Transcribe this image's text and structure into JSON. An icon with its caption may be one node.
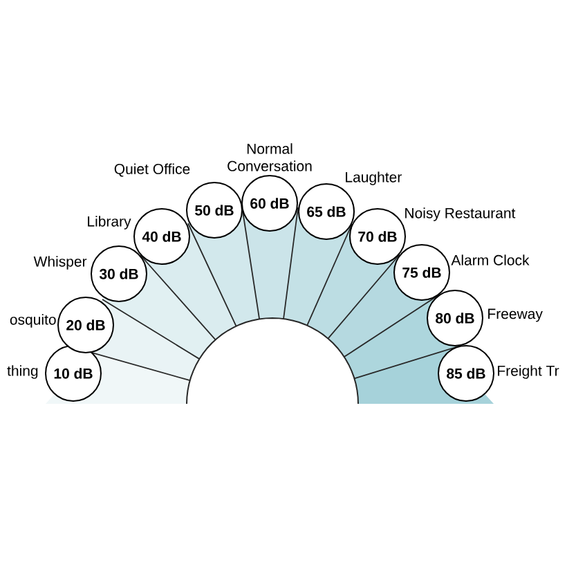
{
  "diagram": {
    "nodes": [
      {
        "text": [
          "10 dB"
        ],
        "beside": [
          "thing"
        ]
      },
      {
        "text": [
          "20 dB"
        ],
        "beside": [
          "osquito"
        ]
      },
      {
        "text": [
          "30 dB"
        ],
        "beside": [
          "Whisper"
        ]
      },
      {
        "text": [
          "40 dB"
        ],
        "beside": [
          "Library"
        ]
      },
      {
        "text": [
          "50 dB"
        ],
        "beside": [
          "Quiet Office"
        ]
      },
      {
        "text": [
          "60 dB"
        ],
        "beside": [
          "Normal Conversation"
        ]
      },
      {
        "text": [
          "65 dB"
        ],
        "beside": [
          "Laughter"
        ]
      },
      {
        "text": [
          "70 dB"
        ],
        "beside": [
          "Noisy Restaurant"
        ]
      },
      {
        "text": [
          "75 dB"
        ],
        "beside": [
          "Alarm Clock"
        ]
      },
      {
        "text": [
          "80 dB"
        ],
        "beside": [
          "Freeway"
        ]
      },
      {
        "text": [
          "85 dB"
        ],
        "beside": [
          "Freight Tr"
        ]
      }
    ]
  }
}
